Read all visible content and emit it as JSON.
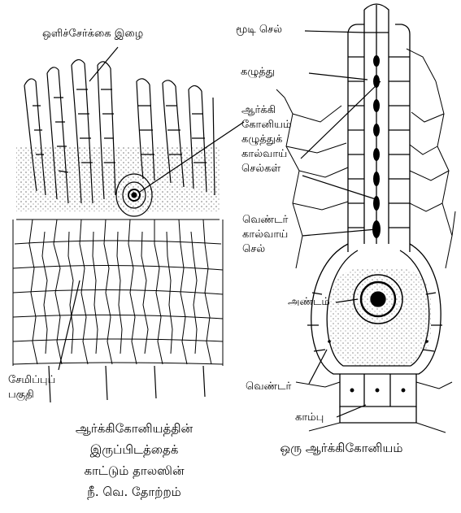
{
  "left_figure": {
    "labels": {
      "paraphyses": "ஒளிச்சேர்க்கை இழை",
      "sterile_tissue": [
        "சேமிப்புப்",
        "பகுதி"
      ]
    },
    "caption": [
      "ஆர்க்கிகோனியத்தின்",
      "இருப்பிடத்தைக்",
      "காட்டும் தாலஸின்",
      "நீ. வெ. தோற்றம்"
    ]
  },
  "right_figure": {
    "labels": {
      "cover_cell": "மூடி செல்",
      "neck": "கழுத்து",
      "neck_canal_cells": [
        "ஆர்க்கி",
        "கோனியம்",
        "கழுத்துக்",
        "கால்வாய்",
        "செல்கள்"
      ],
      "venter_canal_cell": [
        "வெண்டர்",
        "கால்வாய்",
        "செல்"
      ],
      "egg": "அண்டம்",
      "venter": "வெண்டர்",
      "stalk": "காம்பு"
    },
    "caption": "ஒரு ஆர்க்கிகோனியம்"
  },
  "colors": {
    "ink": "#000000",
    "paper": "#ffffff"
  }
}
